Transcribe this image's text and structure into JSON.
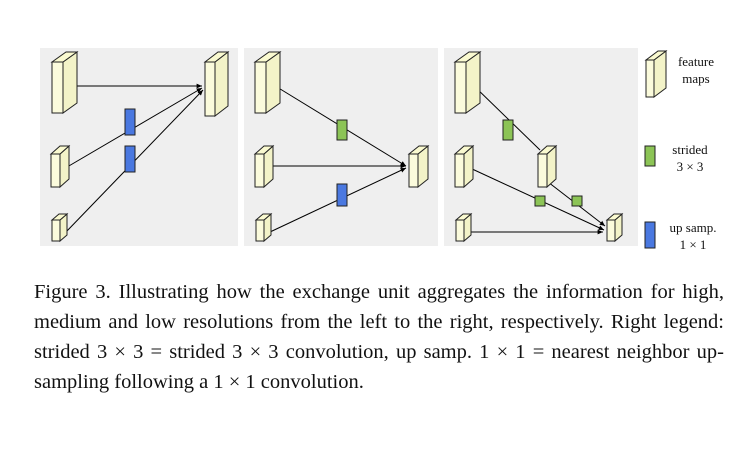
{
  "legend": {
    "feature_maps": [
      "feature",
      "maps"
    ],
    "strided": [
      "strided",
      "3 × 3"
    ],
    "up_samp": [
      "up samp.",
      "1 × 1"
    ]
  },
  "colors": {
    "panel_bg": "#efefef",
    "feature_map_fill": "#fbfbdc",
    "strided_green": "#8cc456",
    "upsample_blue": "#4a78e0"
  },
  "caption": {
    "figure_label": "Figure 3.",
    "text": "Illustrating how the exchange unit aggregates the information for high, medium and low resolutions from the left to the right, respectively. Right legend: strided 3 × 3 = strided 3 × 3 convolution, up samp. 1 × 1 = nearest neighbor up-sampling following a 1 × 1 convolution."
  }
}
